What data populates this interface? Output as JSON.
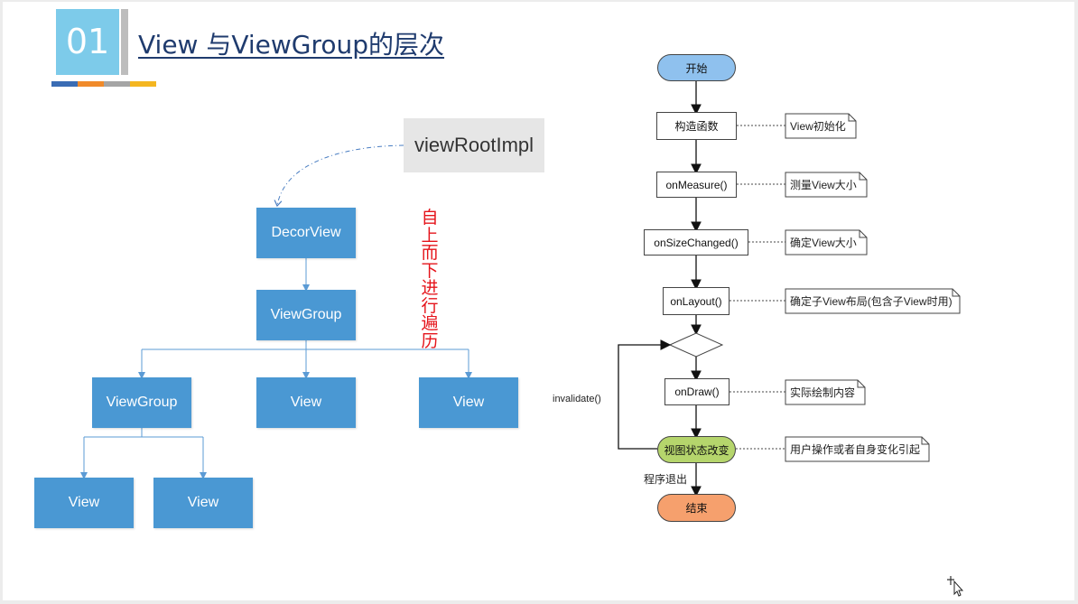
{
  "slide": {
    "number": "01",
    "title": "View 与ViewGroup的层次",
    "stripe_colors": [
      "#3a6cb4",
      "#f08a2a",
      "#a5a5a5",
      "#f4b620"
    ]
  },
  "tree": {
    "root_label": "viewRootImpl",
    "decor_view": "DecorView",
    "view_group": "ViewGroup",
    "child_view_group": "ViewGroup",
    "view_1": "View",
    "view_2": "View",
    "leaf_view_1": "View",
    "leaf_view_2": "View",
    "vertical_note": [
      "自",
      "上",
      "而",
      "下",
      "进",
      "行",
      "遍",
      "历"
    ],
    "box_color": "#4a98d3",
    "note_color": "#e5141b"
  },
  "flow": {
    "start": "开始",
    "constructor": "构造函数",
    "on_measure": "onMeasure()",
    "on_size_changed": "onSizeChanged()",
    "on_layout": "onLayout()",
    "on_draw": "onDraw()",
    "state_change": "视图状态改变",
    "end": "结束",
    "invalidate": "invalidate()",
    "exit": "程序退出",
    "notes": {
      "constructor": "View初始化",
      "on_measure": "测量View大小",
      "on_size_changed": "确定View大小",
      "on_layout": "确定子View布局(包含子View时用)",
      "on_draw": "实际绘制内容",
      "state_change": "用户操作或者自身变化引起"
    },
    "start_color": "#8fc1ee",
    "state_color": "#b5d56c",
    "end_color": "#f6a06d"
  }
}
